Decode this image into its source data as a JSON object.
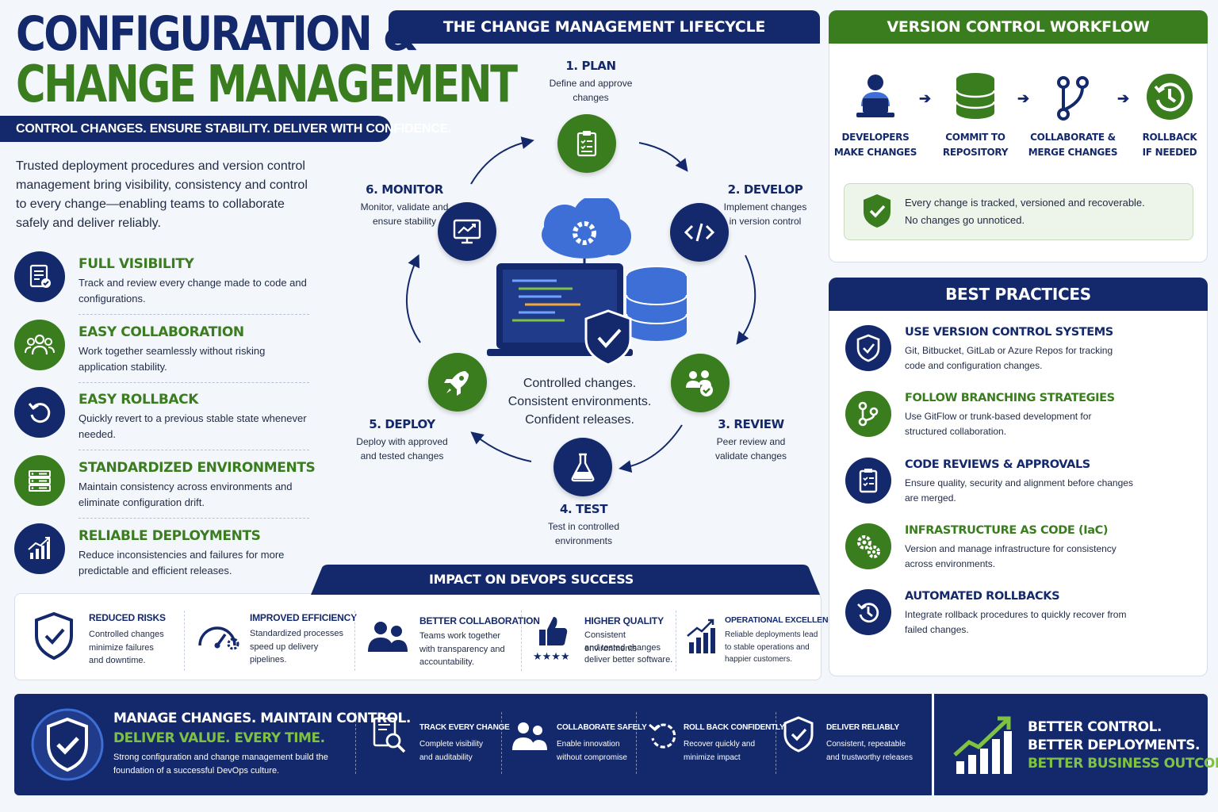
{
  "title": {
    "line1": "CONFIGURATION &",
    "line2": "CHANGE MANAGEMENT",
    "tagline": "CONTROL CHANGES. ENSURE STABILITY. DELIVER WITH CONFIDENCE.",
    "intro": "Trusted deployment procedures and version control management bring visibility, consistency and control to every change—enabling teams to collaborate safely and deliver reliably."
  },
  "features": [
    {
      "title": "FULL VISIBILITY",
      "desc": "Track and review every change made to code and configurations.",
      "icon": "checklist-icon",
      "color": "#13296b"
    },
    {
      "title": "EASY COLLABORATION",
      "desc": "Work together seamlessly without risking application stability.",
      "icon": "team-icon",
      "color": "#3a7d1f"
    },
    {
      "title": "EASY ROLLBACK",
      "desc": "Quickly revert to a previous stable state whenever needed.",
      "icon": "rollback-icon",
      "color": "#13296b"
    },
    {
      "title": "STANDARDIZED ENVIRONMENTS",
      "desc": "Maintain consistency across environments and eliminate configuration drift.",
      "icon": "server-icon",
      "color": "#3a7d1f"
    },
    {
      "title": "RELIABLE DEPLOYMENTS",
      "desc": "Reduce inconsistencies and failures for more predictable and efficient releases.",
      "icon": "growth-chart-icon",
      "color": "#13296b"
    }
  ],
  "lifecycle": {
    "title": "THE CHANGE MANAGEMENT LIFECYCLE",
    "center_lines": [
      "Controlled changes.",
      "Consistent environments.",
      "Confident releases."
    ],
    "stages": [
      {
        "title": "1. PLAN",
        "desc1": "Define and approve",
        "desc2": "changes",
        "icon": "clipboard-icon"
      },
      {
        "title": "2. DEVELOP",
        "desc1": "Implement changes",
        "desc2": "in version control",
        "icon": "code-icon"
      },
      {
        "title": "3. REVIEW",
        "desc1": "Peer review and",
        "desc2": "validate changes",
        "icon": "review-team-icon"
      },
      {
        "title": "4. TEST",
        "desc1": "Test in controlled",
        "desc2": "environments",
        "icon": "flask-icon"
      },
      {
        "title": "5. DEPLOY",
        "desc1": "Deploy with approved",
        "desc2": "and tested changes",
        "icon": "rocket-icon"
      },
      {
        "title": "6. MONITOR",
        "desc1": "Monitor, validate and",
        "desc2": "ensure stability",
        "icon": "monitor-icon"
      }
    ]
  },
  "impact": {
    "title": "IMPACT ON DEVOPS SUCCESS",
    "items": [
      {
        "title": "REDUCED RISKS",
        "lines": [
          "Controlled changes",
          "minimize failures",
          "and downtime."
        ],
        "icon": "shield-check-icon"
      },
      {
        "title": "IMPROVED EFFICIENCY",
        "lines": [
          "Standardized processes",
          "speed up delivery",
          "pipelines."
        ],
        "icon": "speedometer-icon"
      },
      {
        "title": "BETTER COLLABORATION",
        "lines": [
          "Teams work together",
          "with transparency and",
          "accountability."
        ],
        "icon": "people-icon"
      },
      {
        "title": "HIGHER QUALITY",
        "lines": [
          "Consistent environments",
          "and tested changes",
          "deliver better software."
        ],
        "icon": "thumbs-up-icon"
      },
      {
        "title": "OPERATIONAL EXCELLENCE",
        "lines": [
          "Reliable deployments lead",
          "to stable operations and",
          "happier customers."
        ],
        "icon": "bar-growth-icon"
      }
    ]
  },
  "version_control": {
    "title": "VERSION CONTROL WORKFLOW",
    "steps": [
      {
        "line1": "DEVELOPERS",
        "line2": "MAKE CHANGES",
        "icon": "developer-icon"
      },
      {
        "line1": "COMMIT TO",
        "line2": "REPOSITORY",
        "icon": "database-icon"
      },
      {
        "line1": "COLLABORATE &",
        "line2": "MERGE CHANGES",
        "icon": "branch-icon"
      },
      {
        "line1": "ROLLBACK",
        "line2": "IF NEEDED",
        "icon": "history-icon"
      }
    ],
    "note_line1": "Every change is tracked, versioned and recoverable.",
    "note_line2": "No changes go unnoticed."
  },
  "best_practices": {
    "title": "BEST PRACTICES",
    "items": [
      {
        "title": "USE VERSION CONTROL SYSTEMS",
        "desc": "Git, Bitbucket, GitLab or Azure Repos for tracking code and configuration changes.",
        "color": "#13296b",
        "icon": "shield-check-icon"
      },
      {
        "title": "FOLLOW BRANCHING STRATEGIES",
        "desc": "Use GitFlow or trunk-based development for structured collaboration.",
        "color": "#3a7d1f",
        "icon": "branch-icon"
      },
      {
        "title": "CODE REVIEWS & APPROVALS",
        "desc": "Ensure quality, security and alignment before changes are merged.",
        "color": "#13296b",
        "icon": "clipboard-icon"
      },
      {
        "title": "INFRASTRUCTURE AS CODE (IaC)",
        "desc": "Version and manage infrastructure for consistency across environments.",
        "color": "#3a7d1f",
        "icon": "gears-icon"
      },
      {
        "title": "AUTOMATED ROLLBACKS",
        "desc": "Integrate rollback procedures to quickly recover from failed changes.",
        "color": "#13296b",
        "icon": "history-icon"
      }
    ]
  },
  "footer": {
    "head1": "MANAGE CHANGES. MAINTAIN CONTROL.",
    "head2": "DELIVER VALUE. EVERY TIME.",
    "desc": "Strong configuration and change management build the foundation of a successful DevOps culture.",
    "items": [
      {
        "title": "TRACK EVERY CHANGE",
        "line1": "Complete visibility",
        "line2": "and auditability",
        "icon": "document-search-icon"
      },
      {
        "title": "COLLABORATE SAFELY",
        "line1": "Enable innovation",
        "line2": "without compromise",
        "icon": "people-icon"
      },
      {
        "title": "ROLL BACK CONFIDENTLY",
        "line1": "Recover quickly and",
        "line2": "minimize impact",
        "icon": "rollback-icon"
      },
      {
        "title": "DELIVER RELIABLY",
        "line1": "Consistent, repeatable",
        "line2": "and trustworthy releases",
        "icon": "shield-check-icon"
      }
    ],
    "outcome1": "BETTER CONTROL.",
    "outcome2": "BETTER DEPLOYMENTS.",
    "outcome3": "BETTER BUSINESS OUTCOMES."
  },
  "colors": {
    "navy": "#13296b",
    "green": "#3a7d1f",
    "light_green": "#7fc241",
    "background": "#f3f6fb"
  }
}
